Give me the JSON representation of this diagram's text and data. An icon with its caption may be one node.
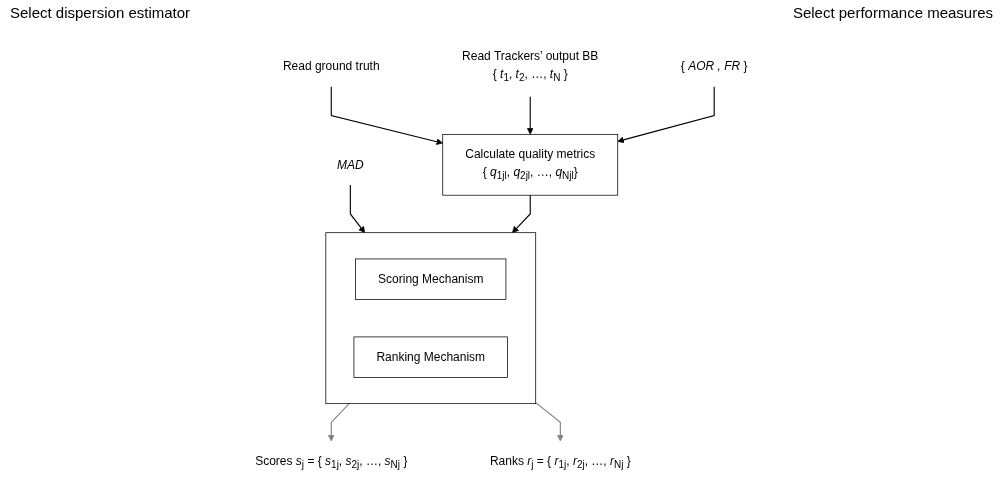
{
  "diagram": {
    "nodes": [
      {
        "text": [
          "*MAD*"
        ]
      },
      {
        "text": [
          "Read ground truth"
        ]
      },
      {
        "text": [
          "Read Trackers’ output BB",
          "{ *t*$_{1}$, *t*$_{2}$, …, *t*$_{N}$ }"
        ]
      },
      {
        "text": [
          "{ *AOR , FR* }"
        ]
      },
      {
        "text": [
          "Calculate quality metrics",
          "{ *q*$_{1jl}$, *q*$_{2jl}$, …, *q*$_{Njl}$}"
        ]
      },
      {
        "text": [],
        "shape": "box"
      },
      {
        "text": [
          "Scoring Mechanism"
        ],
        "in": 5
      },
      {
        "text": [
          "Ranking Mechanism"
        ],
        "in": 5
      },
      {
        "text": [
          "Scores *s*$_{j}$ = { *s*$_{1j}$, *s*$_{2j}$, …, *s*$_{Nj}$ }"
        ]
      },
      {
        "text": [
          "Ranks *r*$_{j}$ = { *r*$_{1j}$, *r*$_{2j}$, …, *r*$_{Nj}$ }"
        ]
      }
    ],
    "edges": [
      {
        "from": 0,
        "to": 5,
        "arrow": "to"
      },
      {
        "from": 1,
        "to": 4,
        "arrow": "to"
      },
      {
        "from": 2,
        "to": 4,
        "arrow": "to"
      },
      {
        "from": 3,
        "to": 4,
        "arrow": "to"
      },
      {
        "from": 4,
        "to": 5,
        "arrow": "to"
      },
      {
        "from": 5,
        "to": 8,
        "arrow": "to",
        "color": "#808080"
      },
      {
        "from": 5,
        "to": 9,
        "arrow": "to",
        "color": "#808080"
      }
    ],
    "labels": [
      "Select dispersion estimator",
      "Select performance measures"
    ]
  }
}
